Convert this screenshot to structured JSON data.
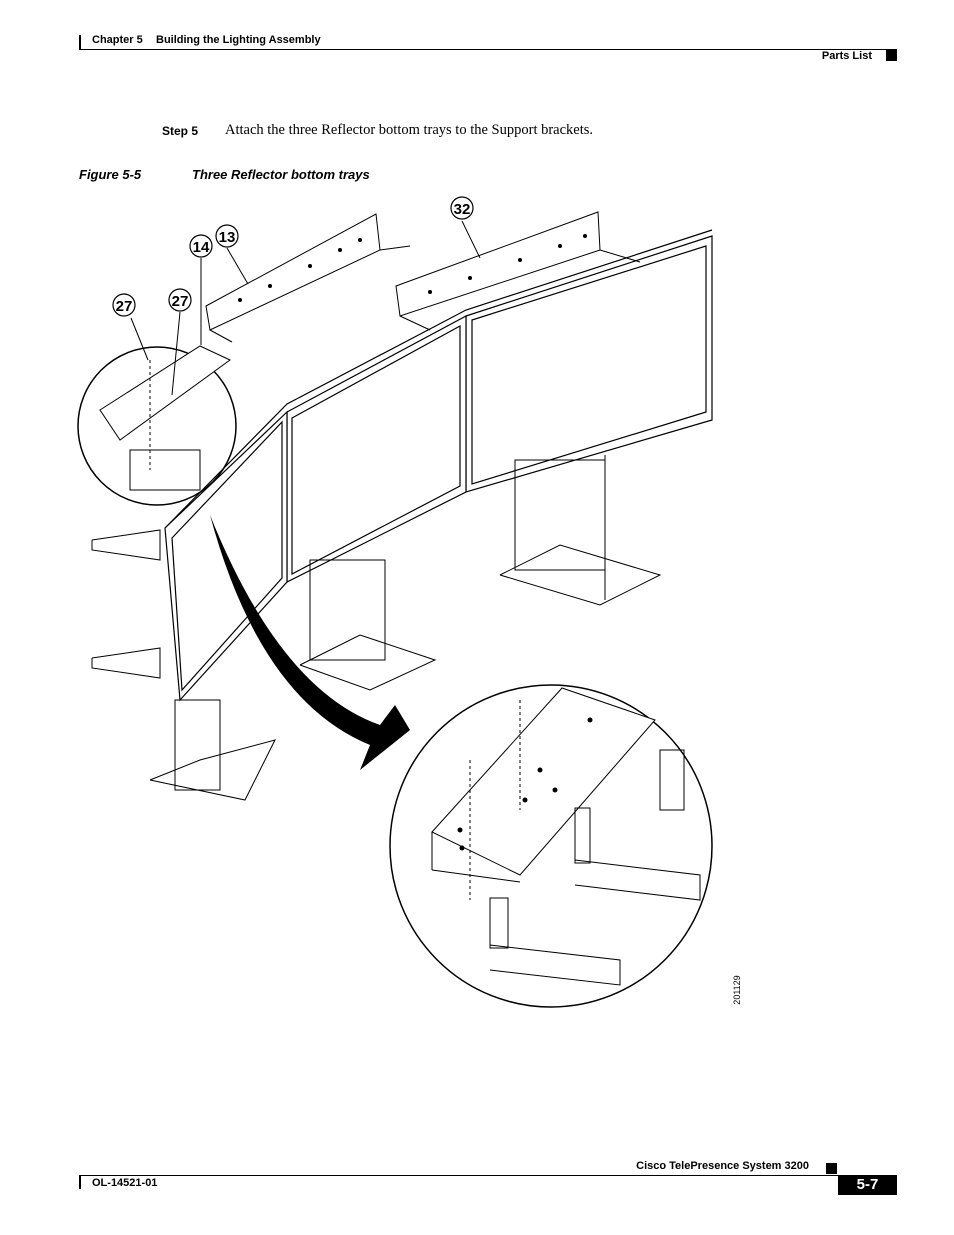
{
  "header": {
    "chapter": "Chapter 5",
    "section": "Building the Lighting Assembly",
    "right_label": "Parts List"
  },
  "step": {
    "label": "Step 5",
    "text": "Attach the three Reflector bottom trays to the Support brackets."
  },
  "figure": {
    "number": "Figure 5-5",
    "title": "Three Reflector bottom trays",
    "callouts": [
      "32",
      "13",
      "14",
      "27",
      "27"
    ],
    "art_id": "201129"
  },
  "footer": {
    "product": "Cisco TelePresence System 3200",
    "doc_number": "OL-14521-01",
    "page": "5-7"
  }
}
